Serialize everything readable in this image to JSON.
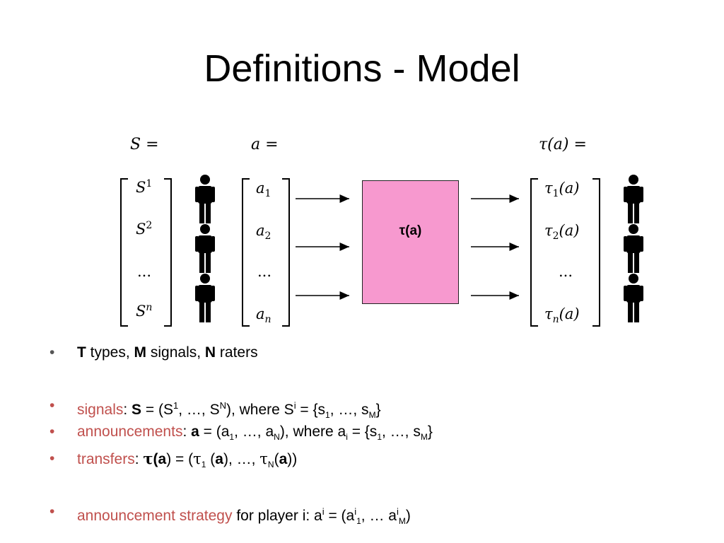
{
  "slide": {
    "title": "Definitions - Model"
  },
  "diagram": {
    "box_label": "τ(a)",
    "columns": {
      "signals": {
        "header": "S =",
        "entries": [
          {
            "base": "S",
            "sup": "1"
          },
          {
            "base": "S",
            "sup": "2"
          },
          {
            "base": "...",
            "sup": ""
          },
          {
            "base": "S",
            "sup": "n"
          }
        ]
      },
      "announcements": {
        "header": "a =",
        "entries": [
          {
            "base": "a",
            "sub": "1"
          },
          {
            "base": "a",
            "sub": "2"
          },
          {
            "base": "...",
            "sub": ""
          },
          {
            "base": "a",
            "sub": "n"
          }
        ]
      },
      "transfers": {
        "header": "τ(a) =",
        "entries": [
          {
            "base": "τ",
            "sub": "1",
            "arg": "(a)"
          },
          {
            "base": "τ",
            "sub": "2",
            "arg": "(a)"
          },
          {
            "base": "...",
            "sub": "",
            "arg": ""
          },
          {
            "base": "τ",
            "sub": "n",
            "arg": "(a)"
          }
        ]
      }
    },
    "icons": [
      "person-icon",
      "arrow-right-icon"
    ],
    "colors": {
      "box_fill": "#f799cf",
      "accent_text": "#c0504d"
    }
  },
  "bullets": {
    "b1": {
      "t1": "T",
      "t2": " types, ",
      "t3": "M",
      "t4": " signals, ",
      "t5": "N",
      "t6": " raters"
    },
    "b2": {
      "term": "signals",
      "colon": ": ",
      "bold": "S",
      "eq": " = (S",
      "sup1": "1",
      "mid": ", …, S",
      "supN": "N",
      "where": "), where S",
      "supi": "i",
      "set": " = {s",
      "sub1": "1",
      "dots": ", …, s",
      "subM": "M",
      "close": "}"
    },
    "b3": {
      "term": "announcements",
      "colon": ": ",
      "bold": "a",
      "eq": " = (a",
      "sub1": "1",
      "mid": ", …, a",
      "subN": "N",
      "where": "), where a",
      "subi": "i",
      "set": " = {s",
      "s_sub1": "1",
      "dots": ", …, s",
      "subM": "M",
      "close": "}"
    },
    "b4": {
      "term": "transfers",
      "colon": ": ",
      "tau": "τ",
      "open": "(",
      "bold": "a",
      "eq": ") = (",
      "tau1": "τ",
      "sub1": "1",
      "arg1a": " (",
      "bold2": "a",
      "mid": "), …, ",
      "tauN": "τ",
      "subN": "N",
      "arg2a": "(",
      "bold3": "a",
      "close": "))"
    },
    "b5": {
      "term": "announcement strategy",
      "rest": " for player i: a",
      "sup1": "i",
      "eq": " = (a",
      "sup2": "i",
      "sub1": "1",
      "mid": ", … a",
      "sup3": "i",
      "subM": "M",
      "close": ")"
    }
  }
}
